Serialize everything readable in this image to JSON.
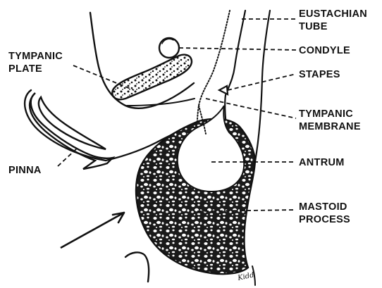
{
  "labels": {
    "eustachian_tube_line1": "EUSTACHIAN",
    "eustachian_tube_line2": "TUBE",
    "condyle": "CONDYLE",
    "stapes": "STAPES",
    "tympanic_membrane_line1": "TYMPANIC",
    "tympanic_membrane_line2": "MEMBRANE",
    "antrum": "ANTRUM",
    "mastoid_process_line1": "MASTOID",
    "mastoid_process_line2": "PROCESS",
    "tympanic_plate_line1": "TYMPANIC",
    "tympanic_plate_line2": "PLATE",
    "pinna": "PINNA"
  },
  "signature": "Kidd",
  "colors": {
    "ink": "#111111",
    "background": "#ffffff"
  }
}
